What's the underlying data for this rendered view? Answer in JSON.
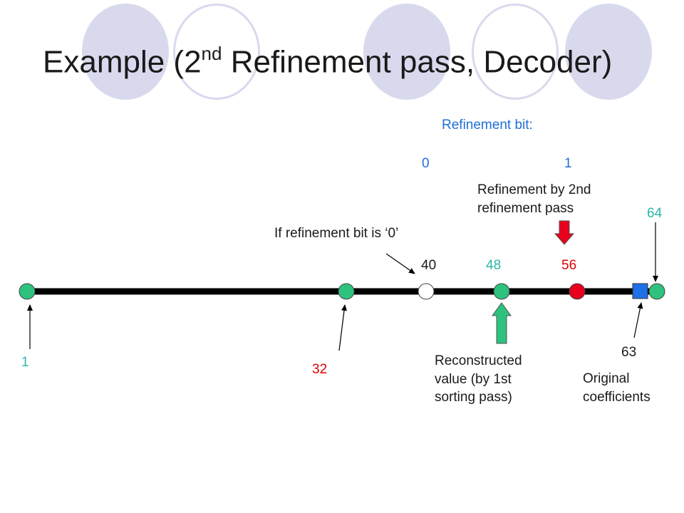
{
  "slide": {
    "title_main": "Example (2",
    "title_sup": "nd",
    "title_rest": " Refinement pass, Decoder)"
  },
  "labels": {
    "refinement_bit_heading": "Refinement bit:",
    "bit_zero": "0",
    "bit_one": "1",
    "refinement_by_2nd": "Refinement by 2nd refinement pass",
    "if_bit_zero": "If refinement bit is ‘0’",
    "reconstructed": "Reconstructed value (by 1st sorting pass)",
    "original_coefficients": "Original coefficients"
  },
  "number_line": {
    "points": [
      {
        "value": "1",
        "color": "#2ab7a9"
      },
      {
        "value": "32",
        "color": "#e00000"
      },
      {
        "value": "40",
        "color": "#1a1a1a"
      },
      {
        "value": "48",
        "color": "#2ab7a9"
      },
      {
        "value": "56",
        "color": "#e00000"
      },
      {
        "value": "64",
        "color": "#2ab7a9"
      },
      {
        "value": "63",
        "color": "#1a1a1a"
      }
    ]
  },
  "colors": {
    "blue_text": "#1f6fd6",
    "green_marker": "#2ec27e",
    "red_marker": "#e8001c",
    "blue_marker": "#1f6fe8",
    "decor": "#d9d9ee"
  }
}
